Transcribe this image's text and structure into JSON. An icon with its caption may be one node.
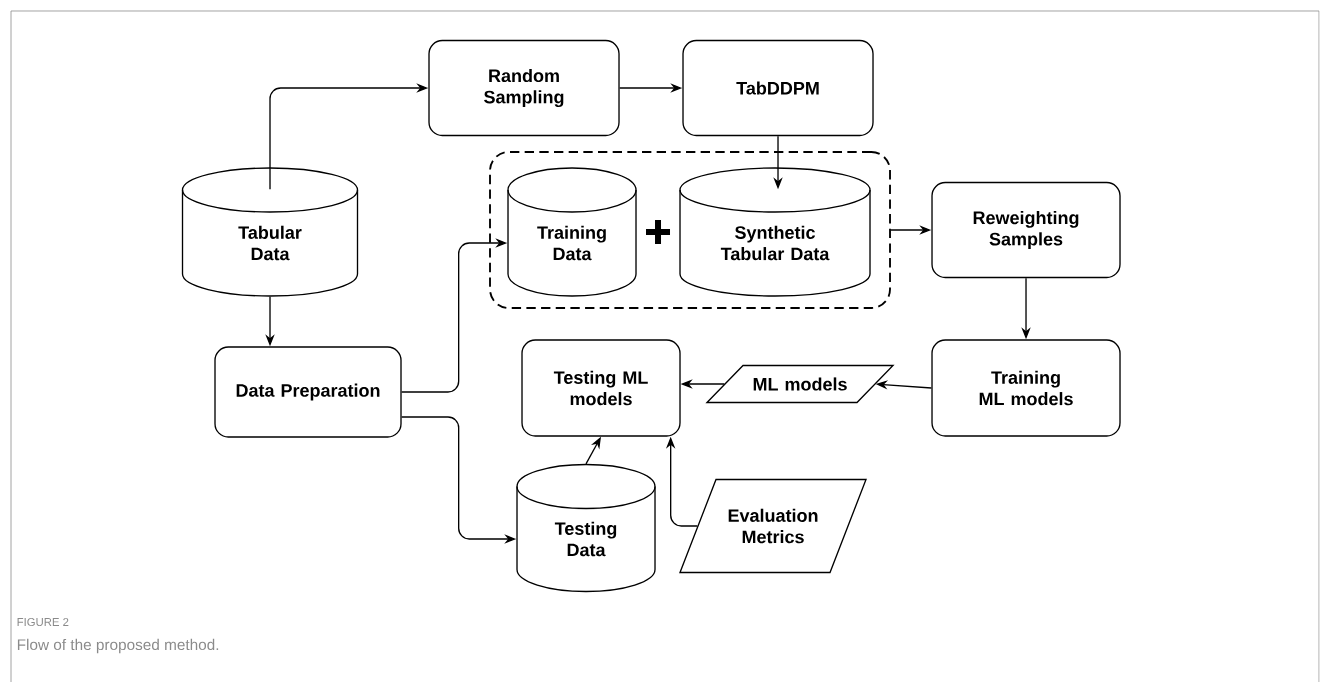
{
  "diagram": {
    "caption": "Flow of the proposed method.",
    "nodes": [
      {
        "text": [
          "Tabular Data"
        ]
      },
      {
        "text": [
          "Random Sampling"
        ]
      },
      {
        "text": [
          "TabDDPM"
        ]
      },
      {
        "text": [],
        "shape": "box"
      },
      {
        "text": [
          "Training Data"
        ],
        "in": 3
      },
      {
        "text": [
          "Synthetic Tabular Data"
        ],
        "in": 3
      },
      {
        "text": [
          "Reweighting Samples"
        ]
      },
      {
        "text": [
          "Data Preparation"
        ]
      },
      {
        "text": [
          "Testing ML models"
        ]
      },
      {
        "text": [
          "ML models"
        ]
      },
      {
        "text": [
          "Training ML models"
        ]
      },
      {
        "text": [
          "Testing Data"
        ]
      },
      {
        "text": [
          "Evaluation Metrics"
        ]
      }
    ],
    "edges": [
      {
        "from": 0,
        "to": 1,
        "arrow": "to"
      },
      {
        "from": 1,
        "to": 2,
        "arrow": "to"
      },
      {
        "from": 2,
        "to": 5,
        "arrow": "to"
      },
      {
        "from": 0,
        "to": 7,
        "arrow": "to"
      },
      {
        "from": 7,
        "to": 4,
        "arrow": "to"
      },
      {
        "from": 3,
        "to": 6,
        "arrow": "to"
      },
      {
        "from": 6,
        "to": 10,
        "arrow": "to"
      },
      {
        "from": 10,
        "to": 9,
        "arrow": "to"
      },
      {
        "from": 9,
        "to": 8,
        "arrow": "to"
      },
      {
        "from": 7,
        "to": 11,
        "arrow": "to"
      },
      {
        "from": 11,
        "to": 8,
        "arrow": "to"
      },
      {
        "from": 12,
        "to": 8,
        "arrow": "to"
      }
    ],
    "labels": [
      "FIGURE 2"
    ]
  }
}
